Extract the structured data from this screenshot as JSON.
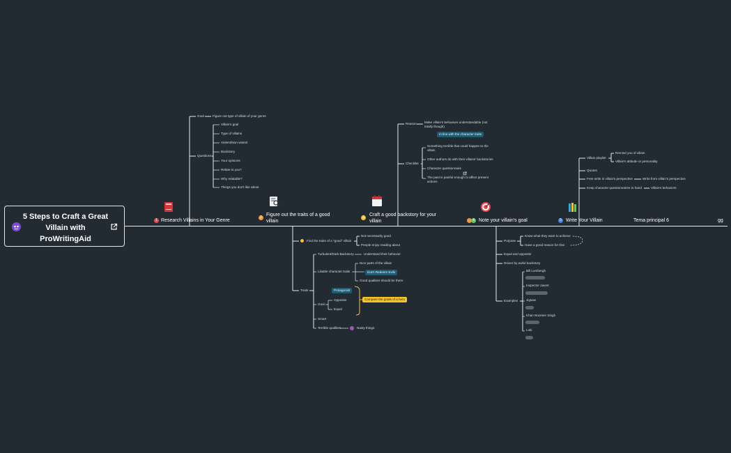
{
  "root": {
    "title": "5 Steps to Craft a Great Villain with ProWritingAid"
  },
  "topics": [
    {
      "num": "1",
      "label": "Research Villains in Your Genre",
      "icon": "book-icon"
    },
    {
      "num": "2",
      "label": "Figure out the traits of a good villain",
      "icon": "search-document-icon"
    },
    {
      "num": "3",
      "label": "Craft a good backstory for your villain",
      "icon": "calendar-icon"
    },
    {
      "num": "4",
      "label": "Note your villain's goal",
      "icon": "target-icon"
    },
    {
      "num": "5",
      "label": "Write Your Villain",
      "icon": "books-icon"
    },
    {
      "label": "Tema principal 6"
    },
    {
      "label": "gg"
    }
  ],
  "research": {
    "goal": "Goal",
    "goal_text": "Figure out type of villain of your genre",
    "questions": "Questions",
    "question_items": [
      "Villain's goal",
      "Type of villains",
      "Violent/Non-violent",
      "Backstory",
      "Your opinions",
      "Relate to you?",
      "Why relatable?",
      "Things you don't like about"
    ]
  },
  "backstory": {
    "reason": "Reason",
    "reason_text": "Make villain's behaviors understandable (not totally though)",
    "reason_tag": "In line with the character traits",
    "checklist": "Checklist",
    "checklist_items": [
      "Something terrible that could happen to the villain",
      "Other authors do with their villains' backstories",
      "Character questionnaire",
      "The past is painful enough to affect present actions"
    ]
  },
  "write": {
    "playlist": "Villain playlist",
    "playlist_items": [
      "Remind you of villain",
      "Villain's attitude or personality"
    ],
    "quotes": "Quotes",
    "free": "Free write in villain's perspective",
    "free_sub": "Write from villain's perspective",
    "keep": "Keep character questionnaires to hand",
    "keep_sub": "Villain's behaviors"
  },
  "traits": {
    "find": "Find the traits of a \"good\" villain",
    "find_items": [
      "Not necessarily good",
      "People enjoy reading about"
    ],
    "traits": "Traits",
    "turbulent": "Turbulent/Dark Backstory",
    "turbulent_sub": "Understand their behavior",
    "likable": "Likable character traits",
    "likable_items": [
      "Nice parts of the villain",
      "Don't Redeem Evils",
      "Good qualities should be there"
    ],
    "protagonist": "Protagonist",
    "goal": "Goal",
    "goal_items": [
      "Opposite",
      "Equal"
    ],
    "goal_callout": "Compare the goals of a hero",
    "smart": "Smart",
    "terrible": "Terrible qualities",
    "terrible_sub": "Nasty things"
  },
  "goal_branch": {
    "purpose": "Purpose",
    "purpose_items": [
      "Know what they want to achieve",
      "Have a good reason for that"
    ],
    "equal": "Equal and opposite",
    "driven": "Driven by awful backstory",
    "examples": "Examples",
    "example_items": [
      "Bill Lumbergh",
      "Inspector Javert",
      "Jigsaw",
      "Khan Noonien Singh",
      "Loki"
    ]
  }
}
